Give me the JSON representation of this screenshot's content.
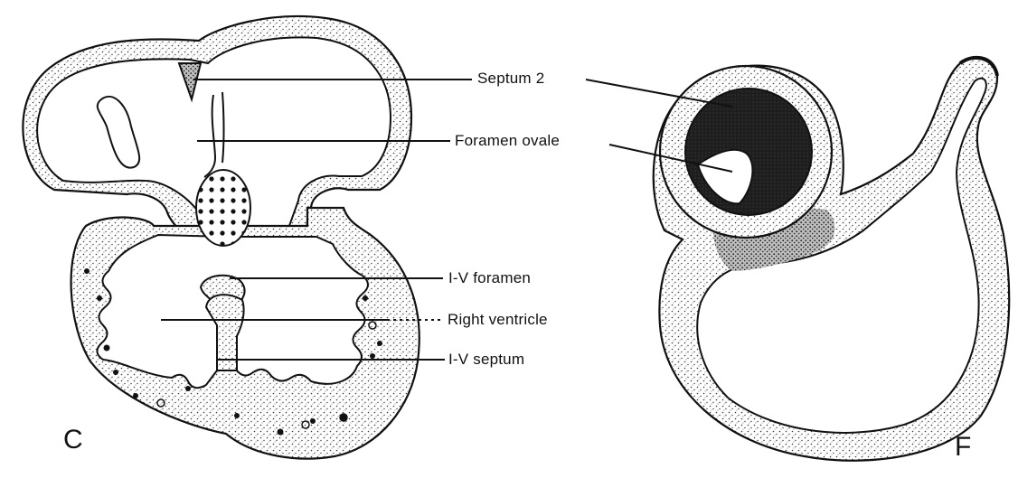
{
  "panels": {
    "left": {
      "letter": "C"
    },
    "right": {
      "letter": "F"
    }
  },
  "labels": {
    "septum2": "Septum 2",
    "foramen_ovale": "Foramen ovale",
    "iv_foramen": "I-V foramen",
    "right_ventricle": "Right ventricle",
    "iv_septum": "I-V septum"
  },
  "colors": {
    "ink": "#111111",
    "tissue_fill": "#dcdcdc",
    "dark_fill": "#1e1e1e",
    "background": "#ffffff"
  }
}
